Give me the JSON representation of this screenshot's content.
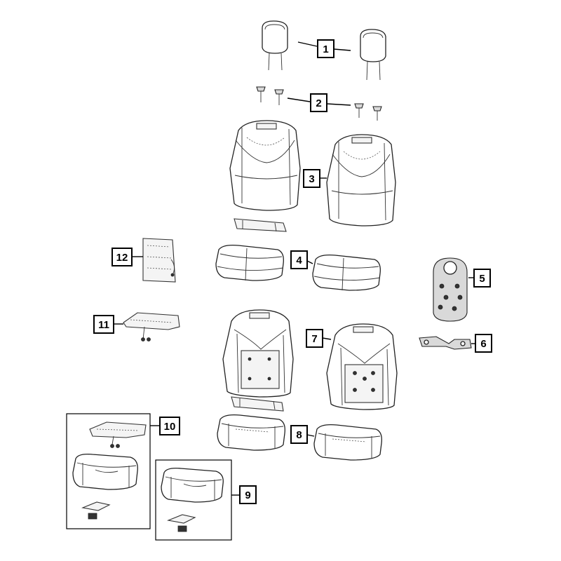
{
  "callouts": {
    "c1": "1",
    "c2": "2",
    "c3": "3",
    "c4": "4",
    "c5": "5",
    "c6": "6",
    "c7": "7",
    "c8": "8",
    "c9": "9",
    "c10": "10",
    "c11": "11",
    "c12": "12"
  },
  "colors": {
    "line": "#222222",
    "background": "#ffffff"
  }
}
